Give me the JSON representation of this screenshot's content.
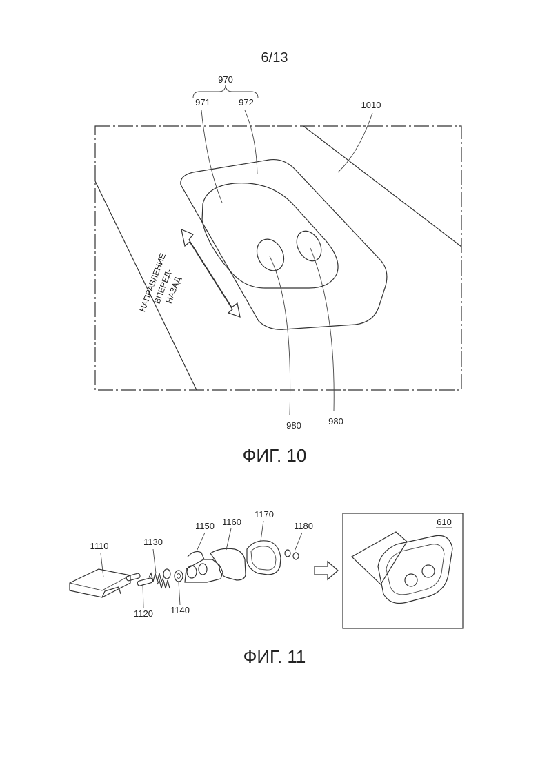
{
  "page_number": "6/13",
  "figure10": {
    "caption": "ФИГ. 10",
    "ref_970": "970",
    "ref_971": "971",
    "ref_972": "972",
    "ref_1010": "1010",
    "ref_980_left": "980",
    "ref_980_right": "980",
    "direction_label": [
      "НАПРАВЛЕНИЕ",
      "ВПЕРЕД-",
      "НАЗАД"
    ]
  },
  "figure11": {
    "caption": "ФИГ. 11",
    "ref_1110": "1110",
    "ref_1120": "1120",
    "ref_1130": "1130",
    "ref_1140": "1140",
    "ref_1150": "1150",
    "ref_1160": "1160",
    "ref_1170": "1170",
    "ref_1180": "1180",
    "ref_610": "610"
  }
}
